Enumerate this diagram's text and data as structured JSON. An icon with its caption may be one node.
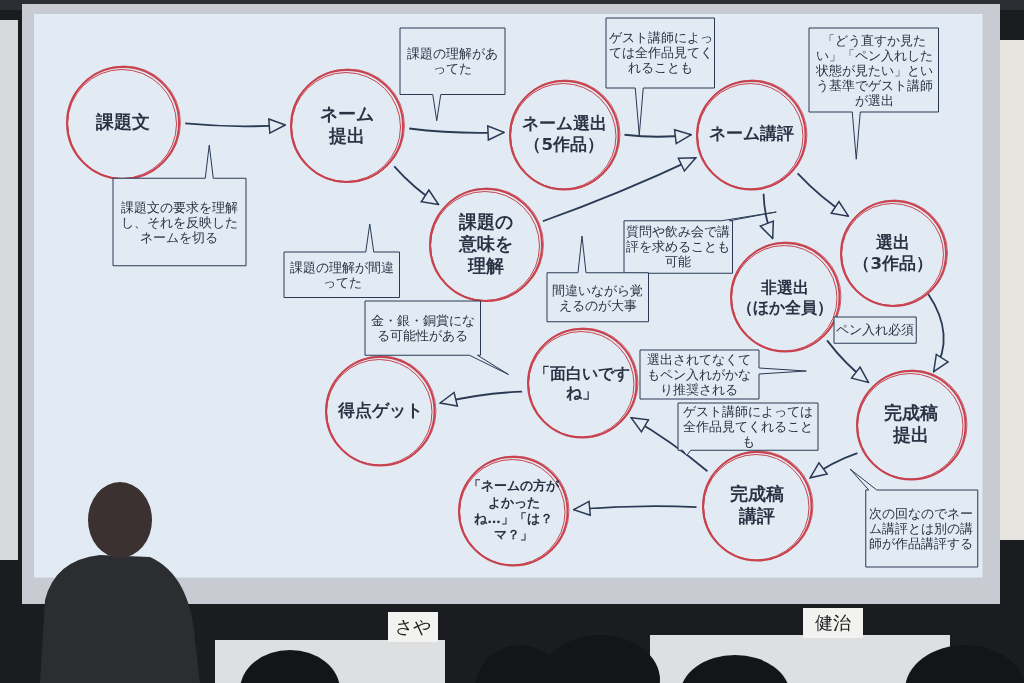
{
  "diagram": {
    "nodes": [
      {
        "text": [
          "課題文"
        ]
      },
      {
        "text": [
          "ネーム提出"
        ]
      },
      {
        "text": [
          "ネーム選出（5作品）"
        ]
      },
      {
        "text": [
          "ネーム講評"
        ]
      },
      {
        "text": [
          "課題の意味を理解"
        ]
      },
      {
        "text": [
          "選出（3作品）"
        ]
      },
      {
        "text": [
          "非選出（ほか全員）"
        ]
      },
      {
        "text": [
          "得点ゲット"
        ]
      },
      {
        "text": [
          "「面白いですね」"
        ]
      },
      {
        "text": [
          "完成稿提出"
        ]
      },
      {
        "text": [
          "「ネームの方がよかったね…」「は？マ？」"
        ]
      },
      {
        "text": [
          "完成稿講評"
        ]
      },
      {
        "text": [
          "課題文の要求を理解し、それを反映したネームを切る"
        ]
      },
      {
        "text": [
          "課題の理解があってた"
        ]
      },
      {
        "text": [
          "課題の理解が間違ってた"
        ]
      },
      {
        "text": [
          "ゲスト講師によっては全作品見てくれることも"
        ]
      },
      {
        "text": [
          "「どう直すか見たい」「ペン入れした状態が見たい」という基準でゲスト講師が選出"
        ]
      },
      {
        "text": [
          "質問や飲み会で講評を求めることも可能"
        ]
      },
      {
        "text": [
          "間違いながら覚えるのが大事"
        ]
      },
      {
        "text": [
          "金・銀・銅賞になる可能性がある"
        ]
      },
      {
        "text": [
          "ペン入れ必須"
        ]
      },
      {
        "text": [
          "選出されてなくてもペン入れがかなり推奨される"
        ]
      },
      {
        "text": [
          "ゲスト講師によっては全作品見てくれることも"
        ]
      },
      {
        "text": [
          "次の回なのでネーム講評とは別の講師が作品講評する"
        ]
      }
    ],
    "edges": [
      {
        "from": 0,
        "to": 1,
        "arrow": "to"
      },
      {
        "from": 1,
        "to": 2,
        "arrow": "to"
      },
      {
        "from": 2,
        "to": 3,
        "arrow": "to"
      },
      {
        "from": 1,
        "to": 4,
        "arrow": "to"
      },
      {
        "from": 4,
        "to": 3,
        "arrow": "to"
      },
      {
        "from": 3,
        "to": 5,
        "arrow": "to"
      },
      {
        "from": 3,
        "to": 6,
        "arrow": "to"
      },
      {
        "from": 5,
        "to": 9,
        "arrow": "to"
      },
      {
        "from": 6,
        "to": 9,
        "arrow": "to"
      },
      {
        "from": 9,
        "to": 11,
        "arrow": "to"
      },
      {
        "from": 11,
        "to": 8,
        "arrow": "to"
      },
      {
        "from": 11,
        "to": 10,
        "arrow": "to"
      },
      {
        "from": 8,
        "to": 7,
        "arrow": "to"
      }
    ],
    "labels": [
      "さや",
      "健治"
    ]
  }
}
